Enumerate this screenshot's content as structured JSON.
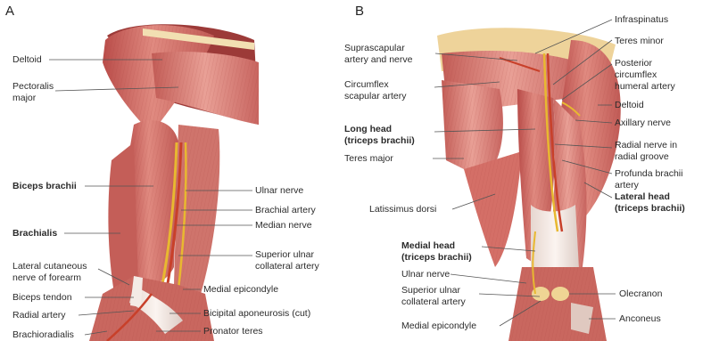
{
  "panel_a": {
    "letter": "A",
    "labels": {
      "deltoid": "Deltoid",
      "pectoralis_major_1": "Pectoralis",
      "pectoralis_major_2": "major",
      "biceps_brachii": "Biceps brachii",
      "brachialis": "Brachialis",
      "lat_cut_nerve_1": "Lateral cutaneous",
      "lat_cut_nerve_2": "nerve of forearm",
      "biceps_tendon": "Biceps tendon",
      "radial_artery": "Radial artery",
      "brachioradialis": "Brachioradialis",
      "ulnar_nerve": "Ulnar nerve",
      "brachial_artery": "Brachial artery",
      "median_nerve": "Median nerve",
      "sup_ulnar_coll_1": "Superior ulnar",
      "sup_ulnar_coll_2": "collateral artery",
      "medial_epicondyle": "Medial epicondyle",
      "bicipital_aponeurosis": "Bicipital aponeurosis (cut)",
      "pronator_teres": "Pronator teres"
    }
  },
  "panel_b": {
    "letter": "B",
    "labels": {
      "suprascapular_1": "Suprascapular",
      "suprascapular_2": "artery and nerve",
      "circumflex_scap_1": "Circumflex",
      "circumflex_scap_2": "scapular artery",
      "long_head_1": "Long head",
      "long_head_2": "(triceps brachii)",
      "teres_major": "Teres major",
      "latissimus_dorsi": "Latissimus dorsi",
      "medial_head_1": "Medial head",
      "medial_head_2": "(triceps brachii)",
      "ulnar_nerve": "Ulnar nerve",
      "sup_ulnar_coll_1": "Superior ulnar",
      "sup_ulnar_coll_2": "collateral artery",
      "medial_epicondyle": "Medial epicondyle",
      "infraspinatus": "Infraspinatus",
      "teres_minor": "Teres minor",
      "post_circ_1": "Posterior",
      "post_circ_2": "circumflex",
      "post_circ_3": "humeral artery",
      "deltoid": "Deltoid",
      "axillary_nerve": "Axillary nerve",
      "radial_nerve_1": "Radial nerve in",
      "radial_nerve_2": "radial groove",
      "profunda_1": "Profunda brachii",
      "profunda_2": "artery",
      "lateral_head_1": "Lateral head",
      "lateral_head_2": "(triceps brachii)",
      "olecranon": "Olecranon",
      "anconeus": "Anconeus"
    }
  },
  "colors": {
    "muscle": "#d9706a",
    "muscle_dark": "#b84a48",
    "muscle_light": "#eaa59c",
    "tendon": "#f1e4de",
    "bone": "#f0d9a0",
    "nerve": "#e8b830",
    "artery": "#c8402a",
    "leader": "#555555"
  }
}
